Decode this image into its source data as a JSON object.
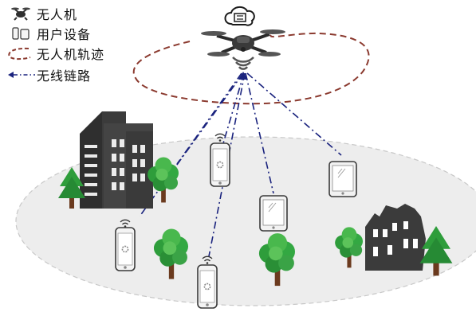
{
  "legend": {
    "items": [
      {
        "label": "无人机",
        "icon": "drone-icon"
      },
      {
        "label": "用户设备",
        "icon": "user-devices-icon"
      },
      {
        "label": "无人机轨迹",
        "icon": "trajectory-icon"
      },
      {
        "label": "无线链路",
        "icon": "wireless-link-icon"
      }
    ]
  },
  "colors": {
    "trajectory": "#8b3a2f",
    "link": "#1a237e",
    "ground_fill": "#ededed",
    "ground_border": "#c8c8c8",
    "building": "#3b3b3b",
    "tree_canopy": "#2e9d3b",
    "tree_trunk": "#6b3a1e"
  }
}
